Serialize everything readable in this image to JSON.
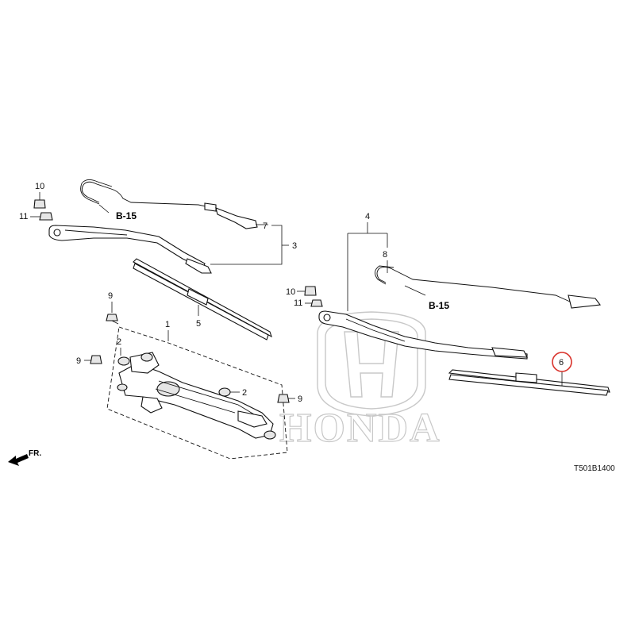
{
  "callouts": {
    "c1": "1",
    "c2a": "2",
    "c2b": "2",
    "c3": "3",
    "c4": "4",
    "c5": "5",
    "c6": "6",
    "c7": "7",
    "c8": "8",
    "c9a": "9",
    "c9b": "9",
    "c9c": "9",
    "c10a": "10",
    "c10b": "10",
    "c11a": "11",
    "c11b": "11"
  },
  "refs": {
    "left": "B-15",
    "right": "B-15"
  },
  "direction_label": "FR.",
  "diagram_code": "T501B1400",
  "watermark": {
    "brand": "HONDA"
  },
  "colors": {
    "line": "#111111",
    "highlight_circle": "#d9322b",
    "watermark": "#c8c8c8"
  }
}
